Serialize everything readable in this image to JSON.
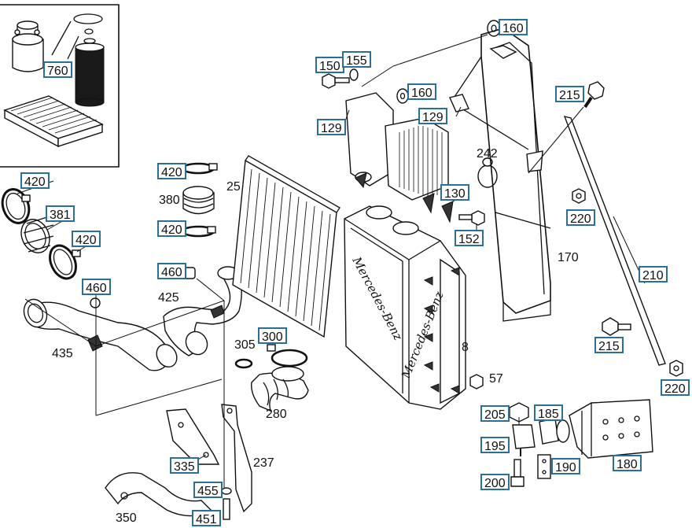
{
  "diagram": {
    "callouts": {
      "c760": "760",
      "c160a": "160",
      "c150": "150",
      "c155": "155",
      "c160b": "160",
      "c215a": "215",
      "c129a": "129",
      "c129b": "129",
      "c420a": "420",
      "c420b": "420",
      "c420c": "420",
      "c420d": "420",
      "c381": "381",
      "c460a": "460",
      "c460b": "460",
      "c130": "130",
      "c220a": "220",
      "c152": "152",
      "c210": "210",
      "c215b": "215",
      "c300": "300",
      "c205": "205",
      "c185": "185",
      "c195": "195",
      "c190": "190",
      "c200": "200",
      "c180": "180",
      "c220b": "220",
      "c335": "335",
      "c455": "455",
      "c451": "451"
    },
    "labels": {
      "l25": "25",
      "l380": "380",
      "l242": "242",
      "l170": "170",
      "l425": "425",
      "l435": "435",
      "l305": "305",
      "l8": "8",
      "l57": "57",
      "l280": "280",
      "l237": "237",
      "l350": "350"
    },
    "brand_text_top": "Mercedes-Benz",
    "brand_text_front": "Mercedes-Benz"
  }
}
